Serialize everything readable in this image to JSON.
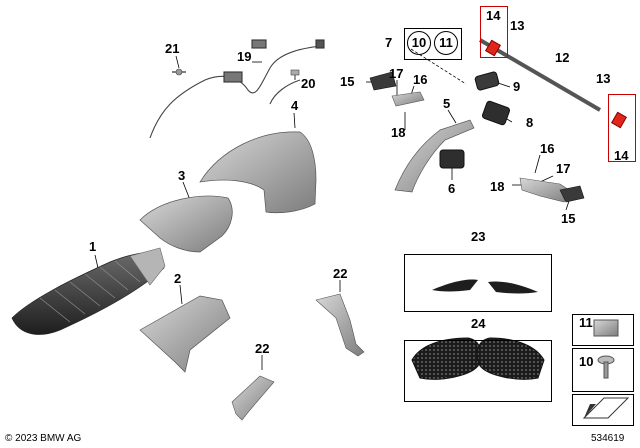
{
  "labels": {
    "p1": "1",
    "p2": "2",
    "p3": "3",
    "p4": "4",
    "p5": "5",
    "p6": "6",
    "p7": "7",
    "p8": "8",
    "p9": "9",
    "p10_group": "10",
    "p11_group": "11",
    "p12": "12",
    "p13_top": "13",
    "p13_right": "13",
    "p14_top": "14",
    "p14_right": "14",
    "p15_left": "15",
    "p15_right": "15",
    "p16_left": "16",
    "p16_right": "16",
    "p17_left": "17",
    "p17_right": "17",
    "p18_left": "18",
    "p18_right": "18",
    "p19": "19",
    "p20": "20",
    "p21": "21",
    "p22_top": "22",
    "p22_bottom": "22",
    "p23": "23",
    "p24": "24",
    "p11_box": "11",
    "p10_box": "10"
  },
  "footer": {
    "copyright": "© 2023 BMW AG",
    "diagram_number": "534619"
  },
  "colors": {
    "part_grey": "#9a9a9a",
    "seat_dark": "#3a3a3a",
    "highlight_red": "#e0261b"
  }
}
